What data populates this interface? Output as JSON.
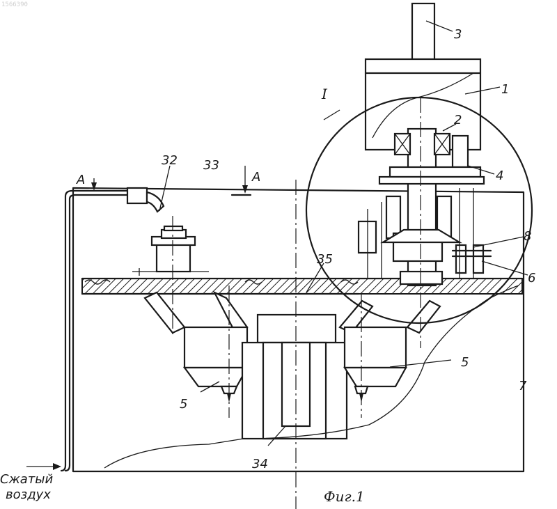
{
  "stamp": "1566390",
  "labels": {
    "l1": "1",
    "l2": "2",
    "l3": "3",
    "l4": "4",
    "l5a": "5",
    "l5b": "5",
    "l6": "6",
    "l7": "7",
    "l8": "8",
    "l32": "32",
    "l33": "33",
    "l34": "34",
    "l35": "35",
    "lI": "I",
    "lA1": "A",
    "lA2": "A"
  },
  "air_label_line1": "Сжатый",
  "air_label_line2": "воздух",
  "figure_caption": "Фиг.1"
}
